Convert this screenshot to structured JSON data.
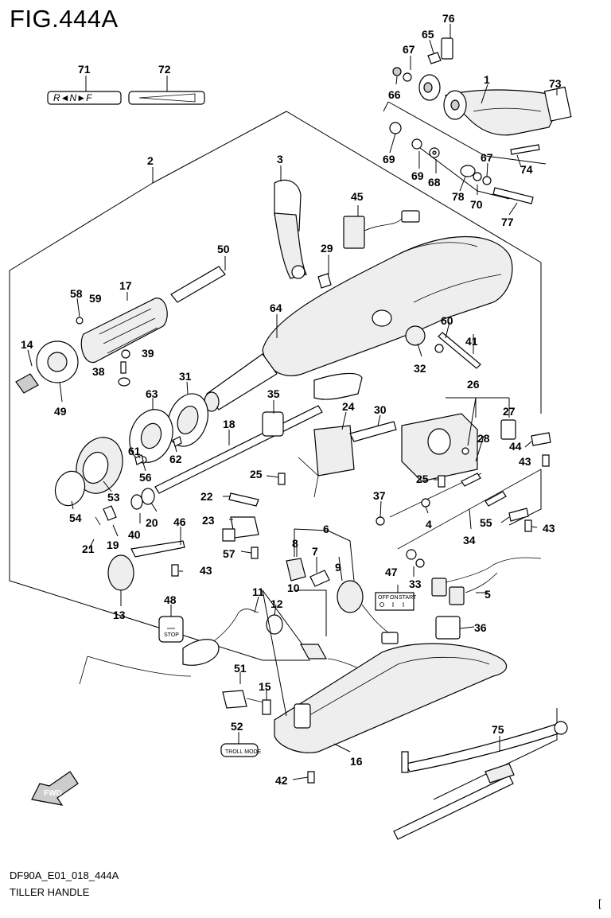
{
  "figure": {
    "title": "FIG.444A",
    "code": "DF90A_E01_018_444A",
    "name": "TILLER HANDLE",
    "corner_mark": "["
  },
  "decals": {
    "shift_decal": "R◄N►F",
    "troll_mode": "TROLL MODE",
    "stop": "STOP",
    "fwd": "FWD",
    "switch_labels": [
      "OFF",
      "ON",
      "START"
    ]
  },
  "callouts": {
    "c1": "1",
    "c2": "2",
    "c3": "3",
    "c4": "4",
    "c5": "5",
    "c6": "6",
    "c7": "7",
    "c8": "8",
    "c9": "9",
    "c10": "10",
    "c11": "11",
    "c12": "12",
    "c13": "13",
    "c14": "14",
    "c15": "15",
    "c16": "16",
    "c17": "17",
    "c18": "18",
    "c19": "19",
    "c20": "20",
    "c21": "21",
    "c22": "22",
    "c23": "23",
    "c24": "24",
    "c25a": "25",
    "c25b": "25",
    "c26": "26",
    "c27": "27",
    "c28": "28",
    "c29": "29",
    "c30": "30",
    "c31": "31",
    "c32": "32",
    "c33": "33",
    "c34": "34",
    "c35": "35",
    "c36": "36",
    "c37": "37",
    "c38": "38",
    "c39": "39",
    "c40": "40",
    "c41": "41",
    "c42": "42",
    "c43a": "43",
    "c43b": "43",
    "c43c": "43",
    "c44": "44",
    "c45": "45",
    "c46": "46",
    "c47": "47",
    "c48": "48",
    "c49": "49",
    "c50": "50",
    "c51": "51",
    "c52": "52",
    "c53": "53",
    "c54": "54",
    "c55": "55",
    "c56": "56",
    "c57": "57",
    "c58": "58",
    "c59": "59",
    "c60": "60",
    "c61": "61",
    "c62": "62",
    "c63": "63",
    "c64": "64",
    "c65": "65",
    "c66": "66",
    "c67a": "67",
    "c67b": "67",
    "c68": "68",
    "c69a": "69",
    "c69b": "69",
    "c70": "70",
    "c71": "71",
    "c72": "72",
    "c73": "73",
    "c74": "74",
    "c75": "75",
    "c76": "76",
    "c77": "77",
    "c78": "78"
  }
}
